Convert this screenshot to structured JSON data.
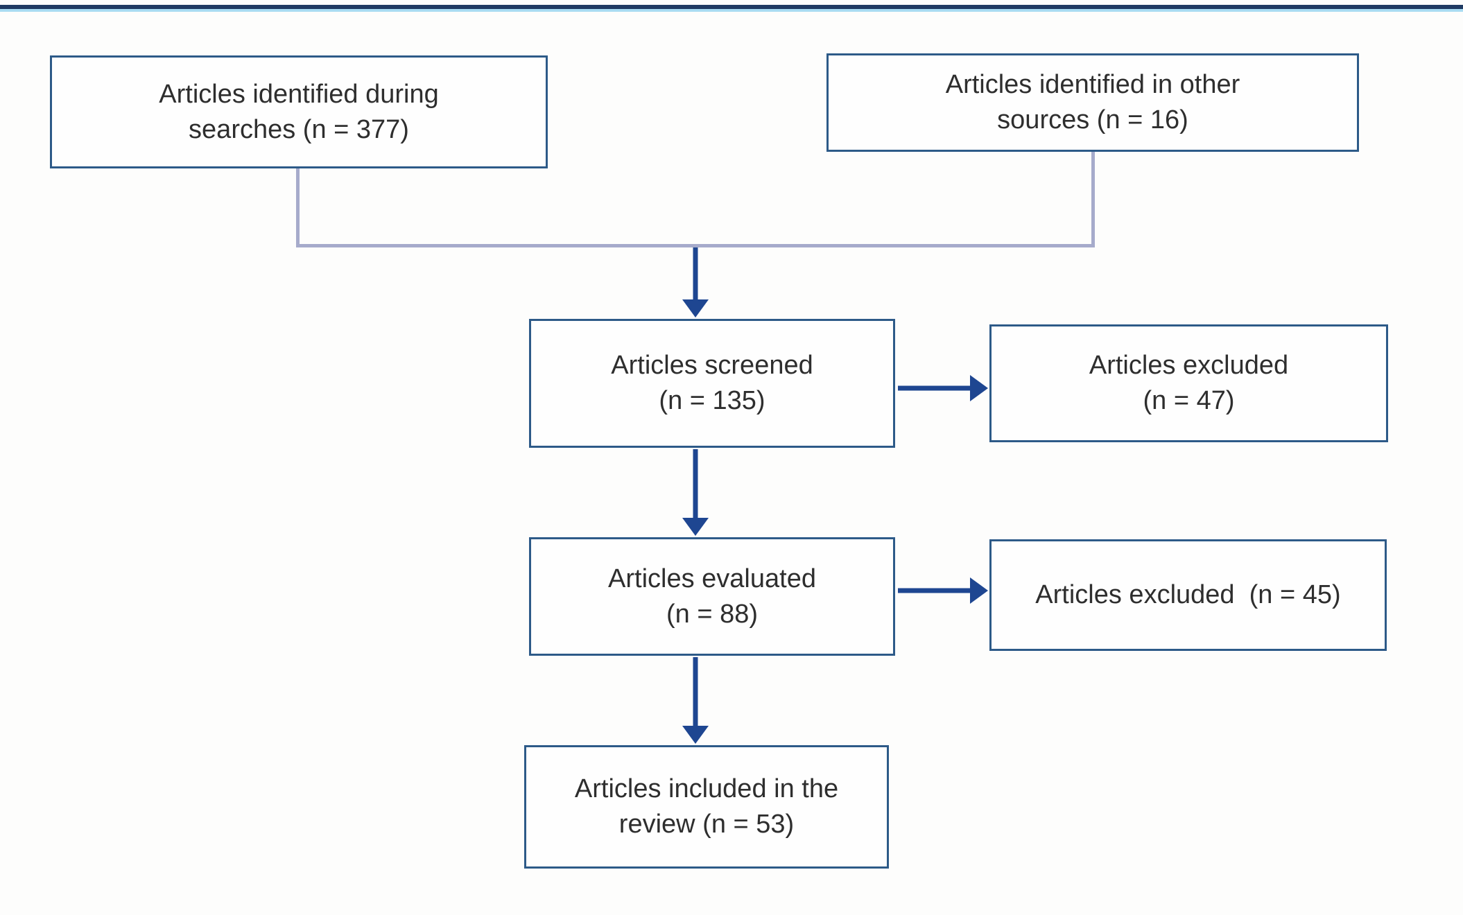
{
  "colors": {
    "box_border": "#2d5a88",
    "arrow": "#1e4691",
    "connector": "#a6abcb",
    "top_bar_dark": "#1f3a63",
    "top_bar_light": "#a9dcf2",
    "text": "#2e2e2e",
    "background": "#fdfdfc"
  },
  "diagram": {
    "boxes": {
      "identified_searches": {
        "line1": "Articles identified during",
        "line2": "searches (n = 377)",
        "n": 377
      },
      "identified_other": {
        "line1": "Articles identified in other",
        "line2": "sources (n = 16)",
        "n": 16
      },
      "screened": {
        "line1": "Articles screened",
        "line2": "(n = 135)",
        "n": 135
      },
      "excluded_screening": {
        "line1": "Articles excluded",
        "line2": "(n = 47)",
        "n": 47
      },
      "evaluated": {
        "line1": "Articles evaluated",
        "line2": "(n = 88)",
        "n": 88
      },
      "excluded_evaluation": {
        "line1": "Articles excluded  (n = 45)",
        "n": 45
      },
      "included": {
        "line1": "Articles included in the",
        "line2": "review (n = 53)",
        "n": 53
      }
    }
  }
}
